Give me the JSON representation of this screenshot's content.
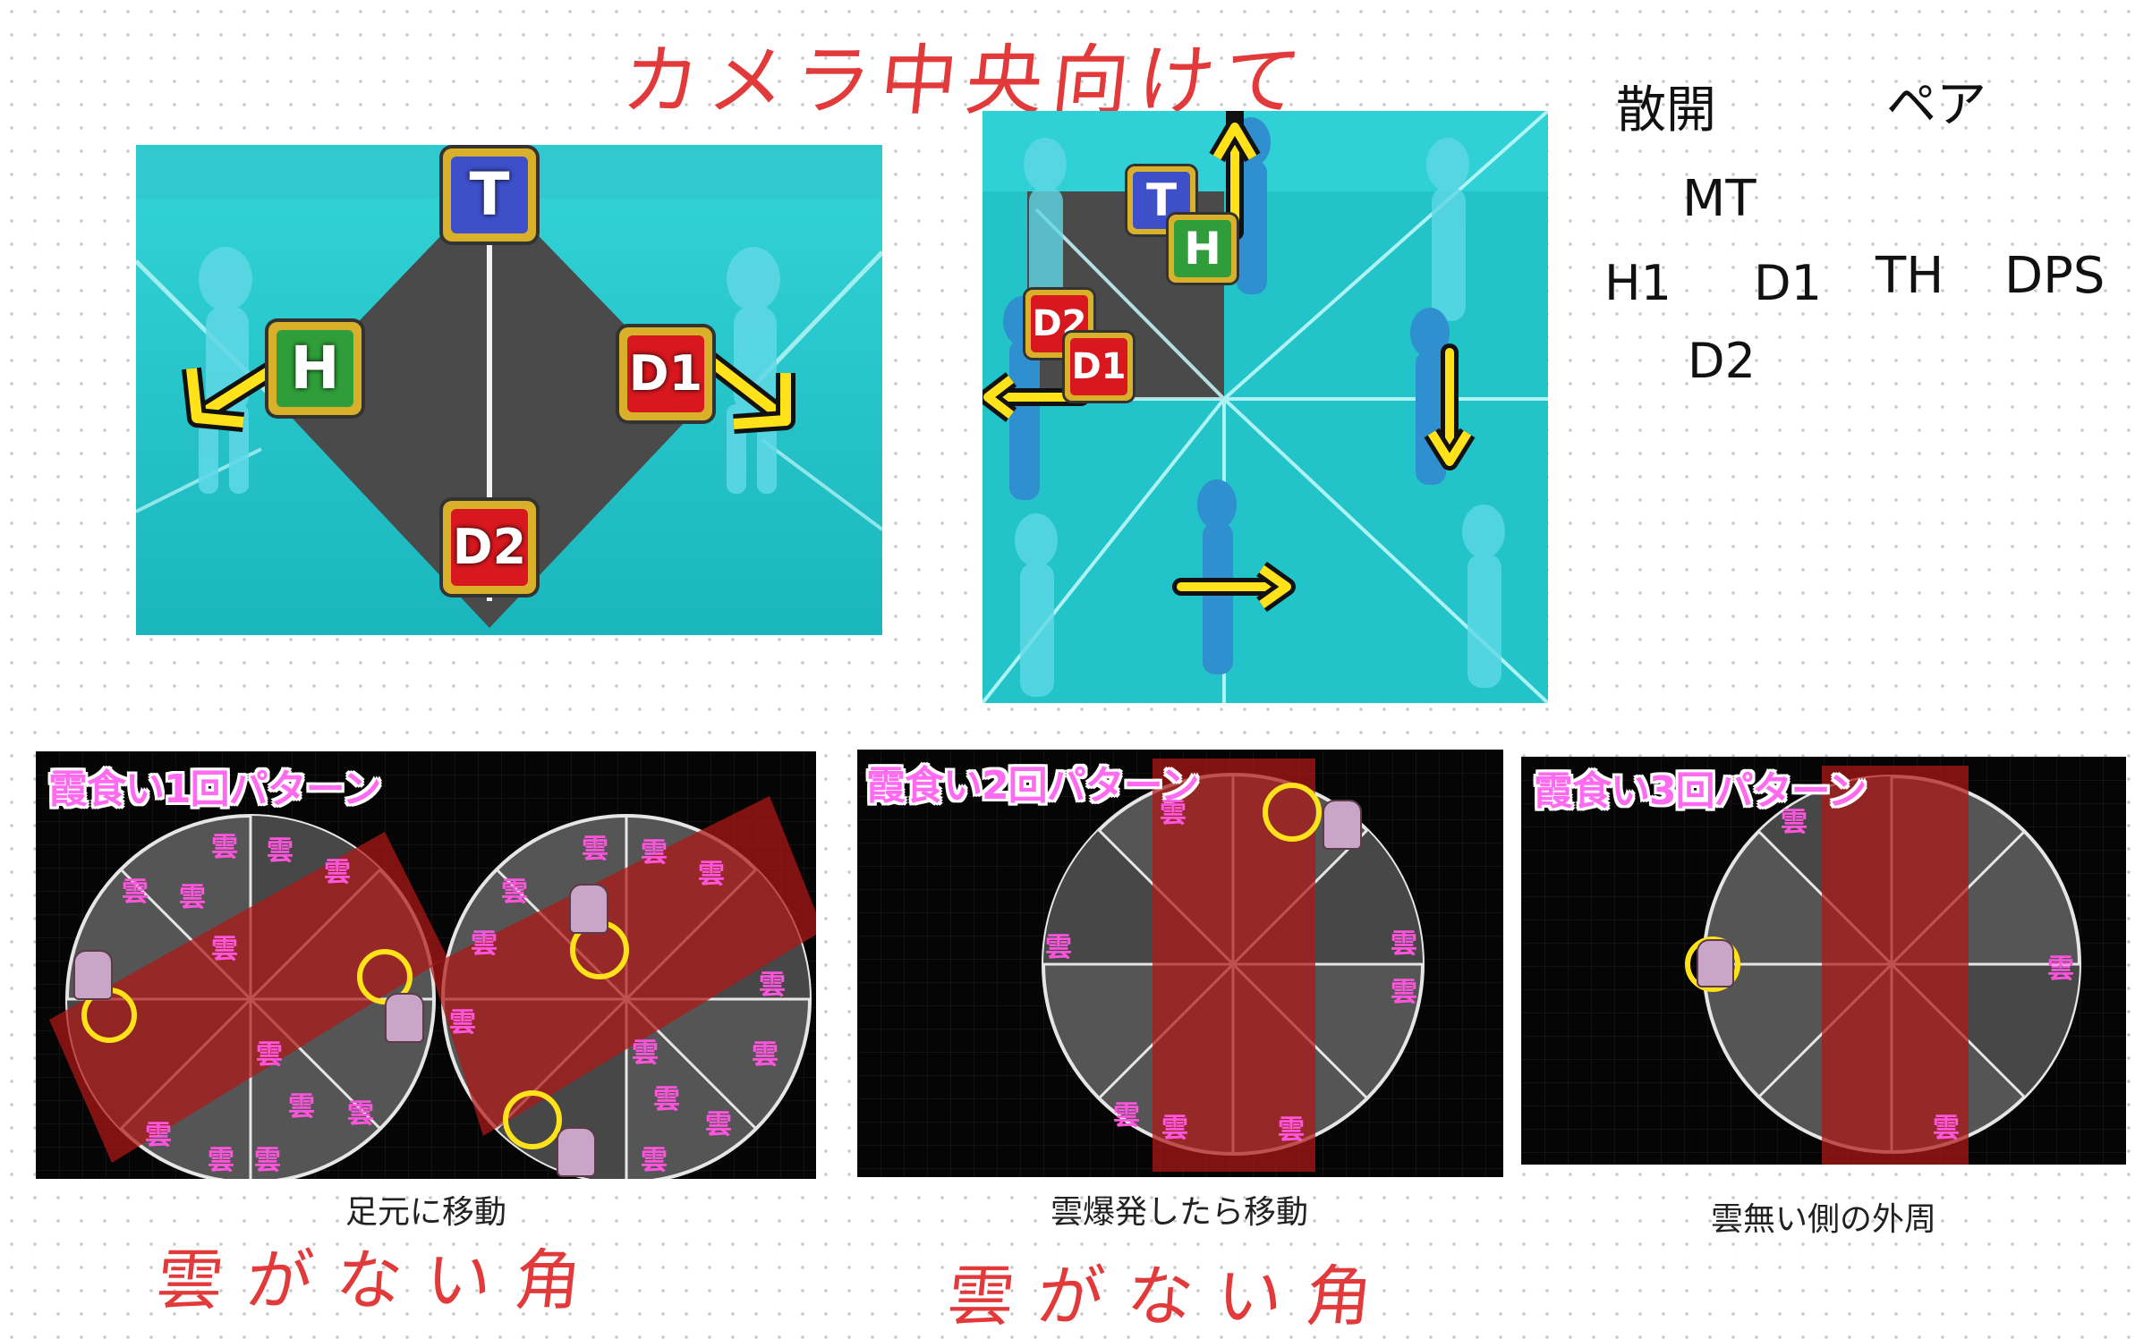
{
  "header": {
    "title": "カメラ中央向けて散開"
  },
  "legend": {
    "label_spread": "散開",
    "label_pair": "ペア",
    "mt": "MT",
    "h1": "H1",
    "d1": "D1",
    "th": "TH",
    "dps": "DPS",
    "d2": "D2"
  },
  "markers": {
    "t": "T",
    "h": "H",
    "d1": "D1",
    "d2": "D2"
  },
  "patterns": [
    {
      "title": "霞食い1回パターン",
      "caption": "足元に移動"
    },
    {
      "title": "霞食い2回パターン",
      "caption": "雲爆発したら移動"
    },
    {
      "title": "霞食い3回パターン",
      "caption": "雲無い側の外周"
    }
  ],
  "cloud_glyph": "雲",
  "notes": {
    "left": "雲がない角",
    "right": "雲がない角"
  },
  "colors": {
    "teal": "#27c6cc",
    "marker_blue": "#3d4fc9",
    "marker_green": "#2f9e3a",
    "marker_red": "#d8181e",
    "marker_gold": "#d9b02a",
    "arrow_yellow": "#ffe21a",
    "band_red": "#a01a1a",
    "cloud_pink": "#ff55dd"
  }
}
